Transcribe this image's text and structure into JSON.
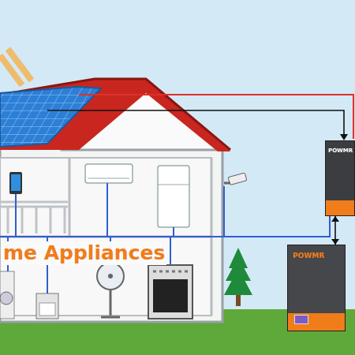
{
  "diagram": {
    "nodes": [
      {
        "text": [
          "POWMR"
        ]
      },
      {
        "text": [
          "POWMR"
        ]
      }
    ],
    "edges": [
      {
        "from": 1,
        "to": 0,
        "arrow": "both"
      }
    ],
    "labels": [
      "me Appliances"
    ]
  }
}
